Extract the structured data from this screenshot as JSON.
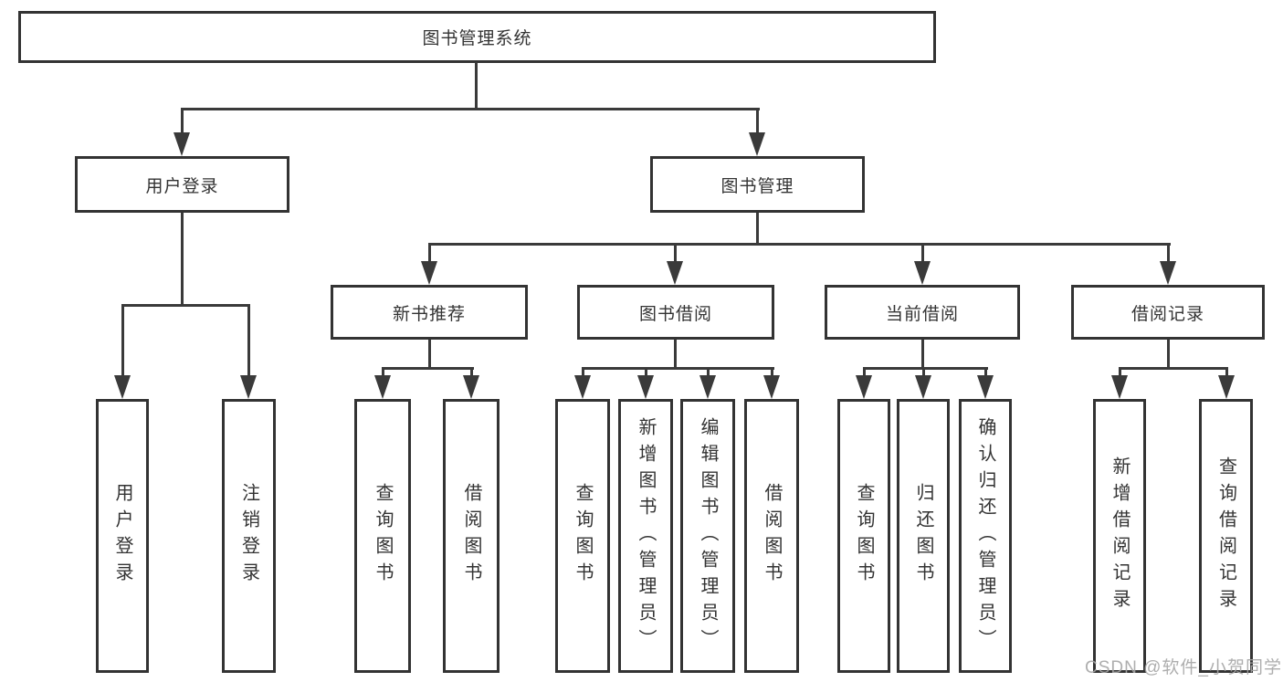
{
  "diagram": {
    "root": {
      "label": "图书管理系统"
    },
    "branches": [
      {
        "label": "用户登录",
        "children": [
          {
            "label": "用户登录"
          },
          {
            "label": "注销登录"
          }
        ]
      },
      {
        "label": "图书管理",
        "children": [
          {
            "label": "新书推荐",
            "children": [
              {
                "label": "查询图书"
              },
              {
                "label": "借阅图书"
              }
            ]
          },
          {
            "label": "图书借阅",
            "children": [
              {
                "label": "查询图书"
              },
              {
                "label": "新增图书（管理员）"
              },
              {
                "label": "编辑图书（管理员）"
              },
              {
                "label": "借阅图书"
              }
            ]
          },
          {
            "label": "当前借阅",
            "children": [
              {
                "label": "查询图书"
              },
              {
                "label": "归还图书"
              },
              {
                "label": "确认归还（管理员）"
              }
            ]
          },
          {
            "label": "借阅记录",
            "children": [
              {
                "label": "新增借阅记录"
              },
              {
                "label": "查询借阅记录"
              }
            ]
          }
        ]
      }
    ]
  },
  "watermark": {
    "text": "CSDN @软件_小贺同学"
  },
  "colors": {
    "line": "#3a3a3a",
    "box_border": "#333333",
    "text": "#333333",
    "watermark": "#a5a5a5",
    "background": "#ffffff"
  }
}
